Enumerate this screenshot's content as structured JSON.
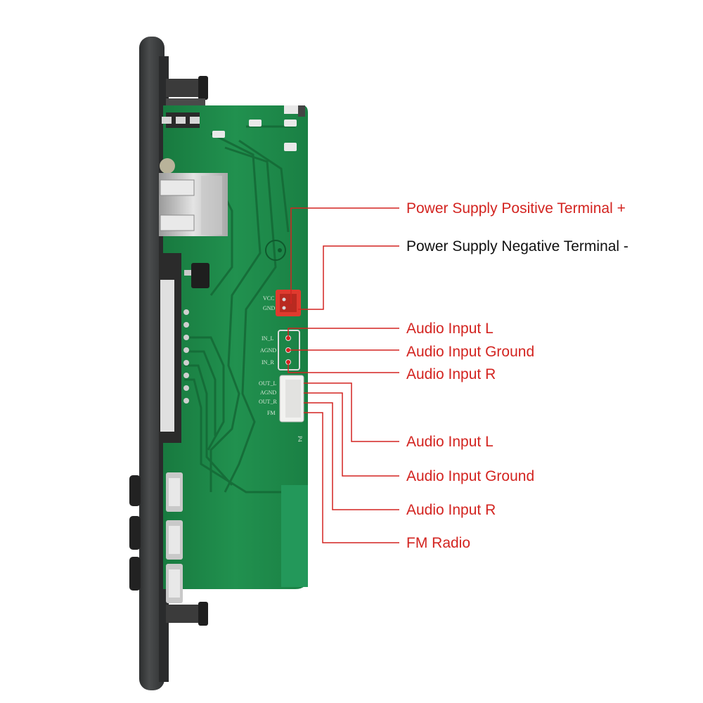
{
  "board": {
    "silk": {
      "vcc": "VCC",
      "gnd": "GND",
      "in_l": "IN_L",
      "agnd_in": "AGND",
      "in_r": "IN_R",
      "out_l": "OUT_L",
      "agnd_out": "AGND",
      "out_r": "OUT_R",
      "fm": "FM",
      "p4": "P4"
    }
  },
  "labels": [
    {
      "id": "power-positive",
      "text": "Power Supply Positive Terminal +",
      "color": "#d32420"
    },
    {
      "id": "power-negative",
      "text": "Power Supply Negative Terminal -",
      "color": "#111111"
    },
    {
      "id": "audio-in-l",
      "text": "Audio Input L",
      "color": "#d32420"
    },
    {
      "id": "audio-in-ground",
      "text": "Audio Input Ground",
      "color": "#d32420"
    },
    {
      "id": "audio-in-r",
      "text": "Audio Input R",
      "color": "#d32420"
    },
    {
      "id": "audio-out-l",
      "text": "Audio Input L",
      "color": "#d32420"
    },
    {
      "id": "audio-out-ground",
      "text": "Audio Input Ground",
      "color": "#d32420"
    },
    {
      "id": "audio-out-r",
      "text": "Audio Input R",
      "color": "#d32420"
    },
    {
      "id": "fm-radio",
      "text": "FM Radio",
      "color": "#d32420"
    }
  ],
  "colors": {
    "leader": "#d32420",
    "pcb": "#1e8a4a",
    "pcb_dark": "#156b37",
    "bezel": "#3a3c3d",
    "connector_red": "#e03a2e",
    "connector_white": "#f2f2f0"
  }
}
